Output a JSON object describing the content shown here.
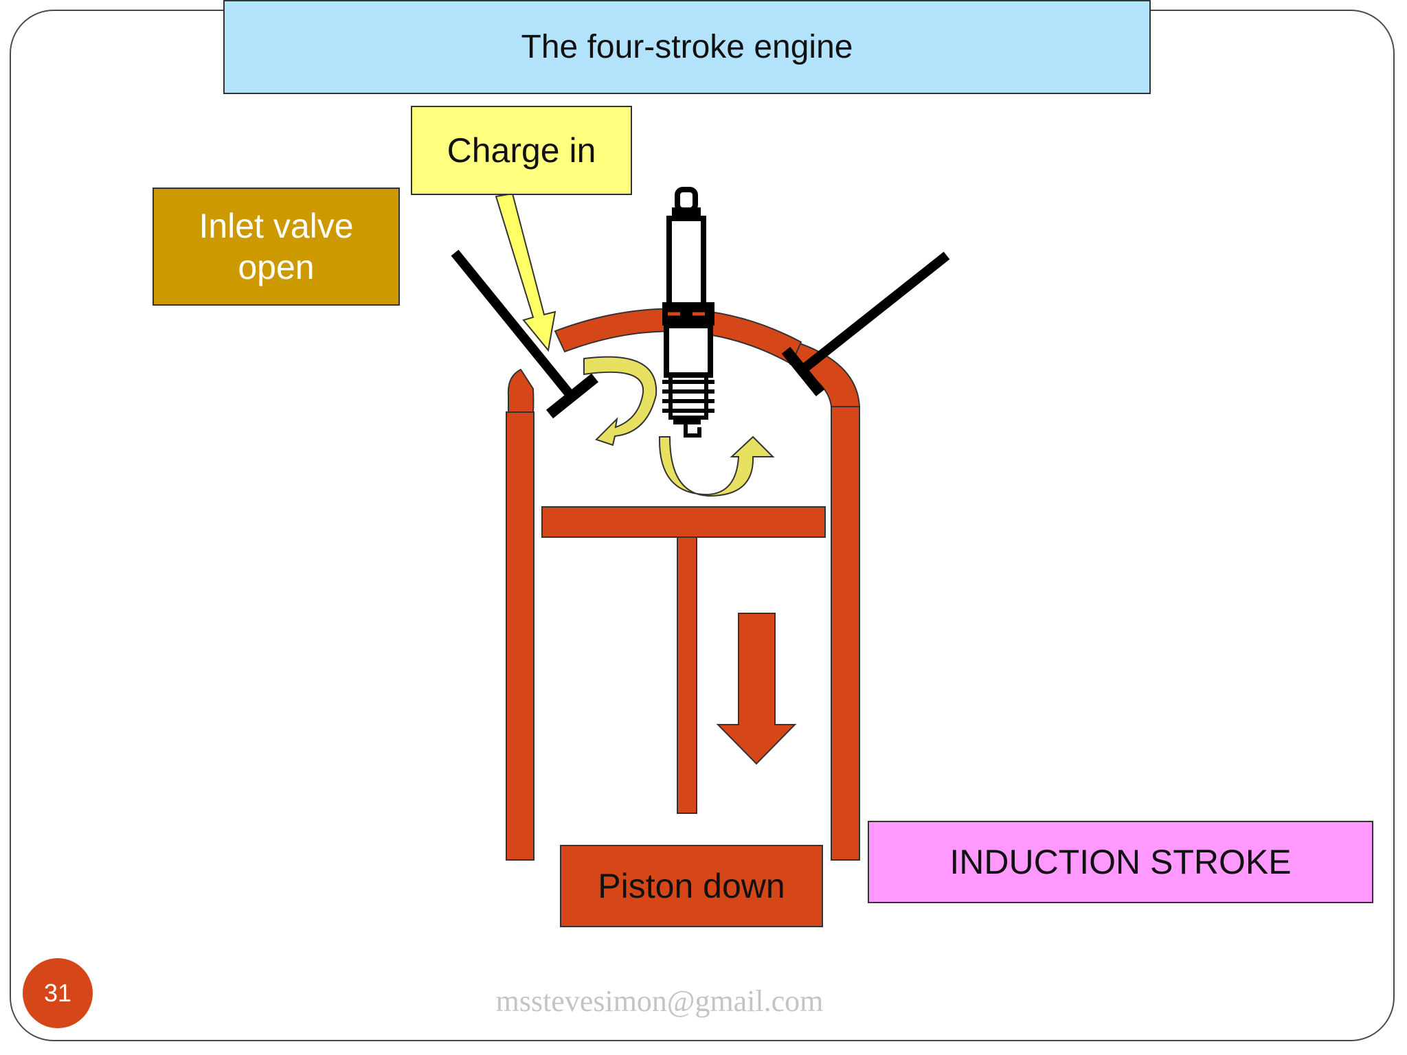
{
  "slide": {
    "title": "The four-stroke engine",
    "page_number": "31",
    "footer_email": "msstevesimon@gmail.com"
  },
  "labels": {
    "charge_in": "Charge in",
    "inlet_valve": "Inlet valve\nopen",
    "piston_down": "Piston down",
    "induction_stroke": "INDUCTION STROKE"
  },
  "colors": {
    "title_bg": "#b3e3fb",
    "charge_bg": "#ffff80",
    "inlet_bg": "#cc9900",
    "engine_red": "#d54719",
    "stroke_bg": "#ff99ff",
    "flow_arrow": "#ffff66"
  },
  "icons": {
    "spark_plug": "spark-plug-icon",
    "inlet_valve": "inlet-valve",
    "exhaust_valve": "exhaust-valve",
    "piston_arrow": "down-arrow-icon"
  }
}
